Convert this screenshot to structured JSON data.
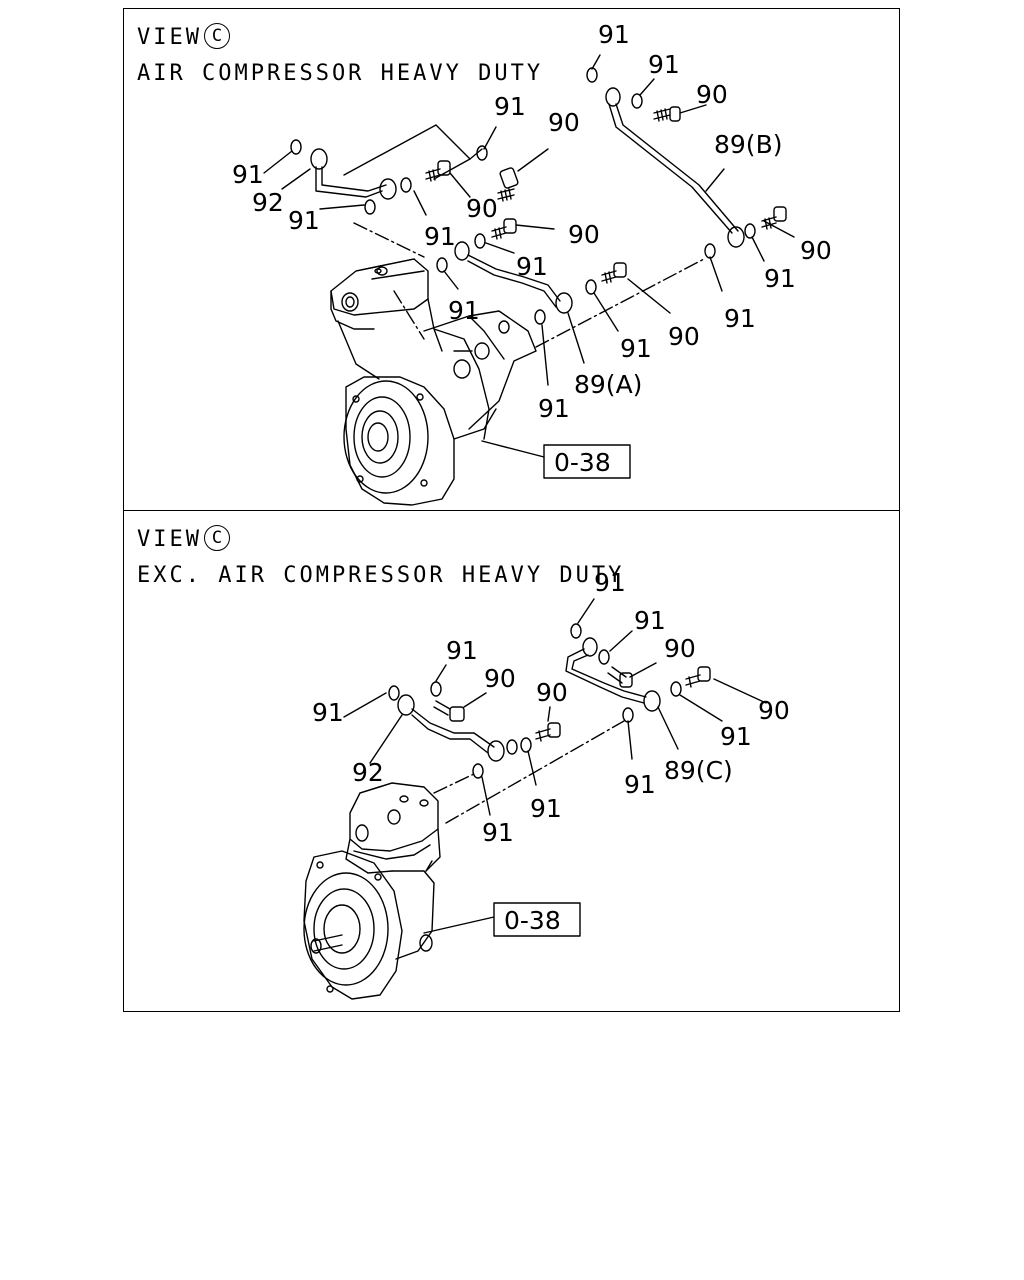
{
  "panels": [
    {
      "view_label": "VIEW",
      "view_mark": "C",
      "title": "AIR COMPRESSOR HEAVY DUTY",
      "reference": "0-38",
      "callouts": {
        "c1": "91",
        "c2": "91",
        "c3": "90",
        "c4": "91",
        "c5": "90",
        "c6": "89(B)",
        "c7": "91",
        "c8": "92",
        "c9": "91",
        "c10": "91",
        "c11": "90",
        "c12": "90",
        "c13": "91",
        "c14": "90",
        "c15": "91",
        "c16": "91",
        "c17": "91",
        "c18": "90",
        "c19": "91",
        "c20": "91",
        "c21": "89(A)"
      }
    },
    {
      "view_label": "VIEW",
      "view_mark": "C",
      "title": "EXC. AIR COMPRESSOR HEAVY DUTY",
      "reference": "0-38",
      "callouts": {
        "c1": "91",
        "c2": "91",
        "c3": "91",
        "c4": "90",
        "c5": "90",
        "c6": "90",
        "c7": "91",
        "c8": "90",
        "c9": "91",
        "c10": "92",
        "c11": "91",
        "c12": "91",
        "c13": "91",
        "c14": "89(C)"
      }
    }
  ]
}
